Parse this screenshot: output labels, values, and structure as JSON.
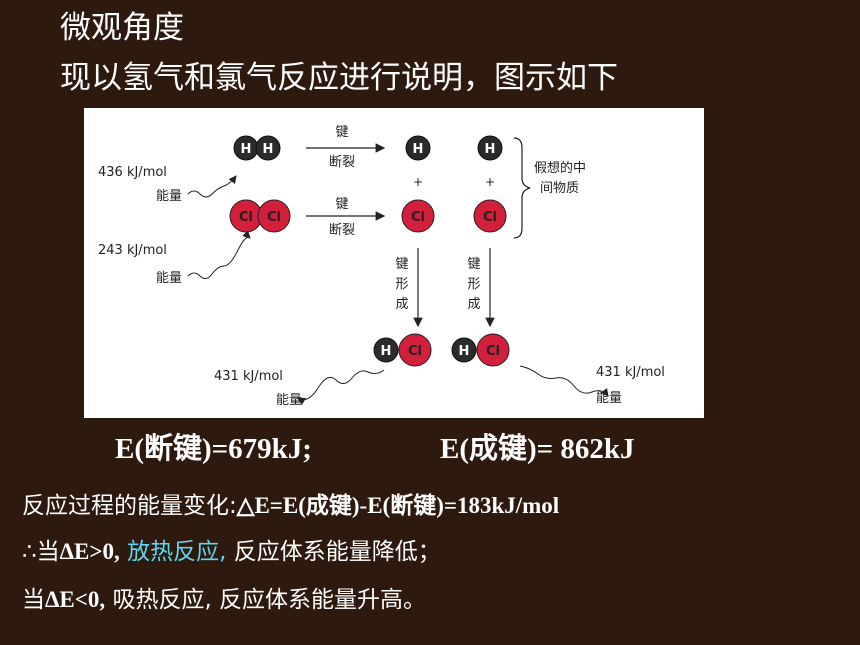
{
  "heading": {
    "line1": "微观角度",
    "line2": "现以氢气和氯气反应进行说明，图示如下"
  },
  "figure": {
    "atom_h": "H",
    "atom_cl": "Cl",
    "plus": "+",
    "h2_energy": "436 kJ/mol",
    "cl2_energy": "243 kJ/mol",
    "energy_word": "能量",
    "break_label_1": "键",
    "break_label_2": "断裂",
    "form_label": [
      "键",
      "形",
      "成"
    ],
    "hcl_energy": "431 kJ/mol",
    "intermediate_label_1": "假想的中",
    "intermediate_label_2": "间物质"
  },
  "energy": {
    "break": "E(断键)=679kJ;",
    "form": "E(成键)= 862kJ"
  },
  "para1": {
    "text": "反应过程的能量变化:",
    "formula": "△E=E(成键)-E(断键)=183kJ/mol"
  },
  "para2": {
    "prefix": "∴当",
    "cond": "ΔE>0,",
    "highlight": "放热反应,",
    "rest": "反应体系能量降低；"
  },
  "para3": {
    "prefix": "当",
    "cond": "ΔE<0,",
    "rest": "吸热反应, 反应体系能量升高。"
  },
  "colors": {
    "background": "#2e190e",
    "highlight": "#5fd6f0",
    "h_atom": "#2b2b2b",
    "cl_atom": "#d21f3c"
  }
}
